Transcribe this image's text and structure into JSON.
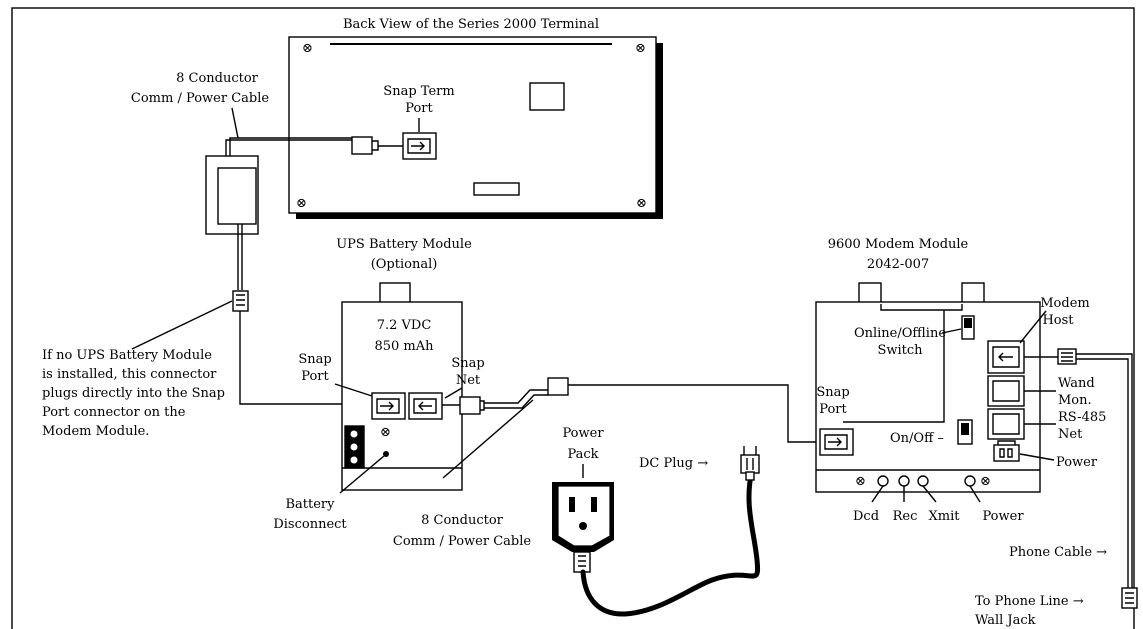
{
  "terminal": {
    "title": "Back View of the Series 2000 Terminal",
    "snap_term_port": [
      "Snap Term",
      "Port"
    ]
  },
  "cable_top": [
    "8 Conductor",
    "Comm / Power Cable"
  ],
  "ups": {
    "title": [
      "UPS Battery Module",
      "(Optional)"
    ],
    "spec": [
      "7.2 VDC",
      "850 mAh"
    ],
    "snap_port": [
      "Snap",
      "Port"
    ],
    "snap_net": [
      "Snap",
      "Net"
    ],
    "battery_disconnect": [
      "Battery",
      "Disconnect"
    ]
  },
  "note": [
    "If no UPS Battery Module",
    "is installed, this connector",
    "plugs directly into the Snap",
    "Port connector on the",
    "Modem Module."
  ],
  "cable_bottom": [
    "8 Conductor",
    "Comm / Power Cable"
  ],
  "power_pack": {
    "label": [
      "Power",
      "Pack"
    ],
    "dc_plug": "DC Plug →"
  },
  "modem": {
    "title": [
      "9600 Modem Module",
      "2042-007"
    ],
    "switch_label": [
      "Online/Offline",
      "Switch"
    ],
    "snap_port": [
      "Snap",
      "Port"
    ],
    "on_off": "On/Off –",
    "modem_host": [
      "Modem",
      "Host"
    ],
    "wand_mon": [
      "Wand",
      "Mon."
    ],
    "rs485": [
      "RS-485",
      "Net"
    ],
    "power_conn": "Power",
    "leds": {
      "dcd": "Dcd",
      "rec": "Rec",
      "xmit": "Xmit",
      "power": "Power"
    }
  },
  "phone": {
    "cable": "Phone Cable →",
    "wall_jack": [
      "To Phone Line →",
      "Wall Jack"
    ]
  }
}
